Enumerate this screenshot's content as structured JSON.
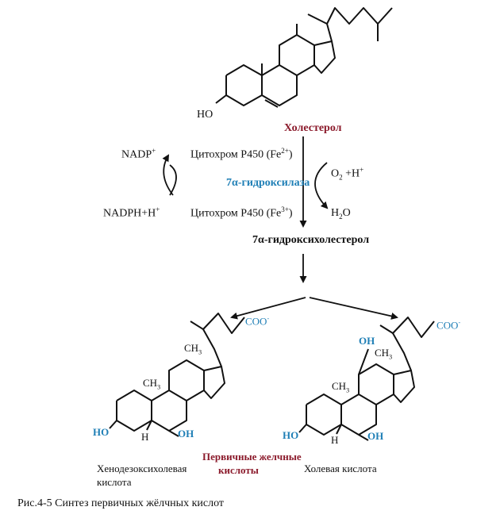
{
  "cholesterol": {
    "name": "Холестерол",
    "ho": "HO"
  },
  "cycle": {
    "nadp": "NADP",
    "nadp_sup": "+",
    "nadph": "NADPH+H",
    "nadph_sup": "+",
    "cyt_top": "Цитохром P450 (Fe",
    "cyt_top_sup": "2+",
    "cyt_bottom": "Цитохром P450 (Fe",
    "cyt_bottom_sup": "3+",
    "close": ")",
    "enzyme": "7α-гидроксилаза",
    "o2": "O",
    "o2_sub": "2",
    "o2_rest": " +H",
    "o2_sup": "+",
    "h2o": "H",
    "h2o_sub": "2",
    "h2o_rest": "O"
  },
  "product_7a": "7α-гидроксихолестерол",
  "left_acid": {
    "coo": "COO",
    "coo_sup": "-",
    "ch3_top": "CH",
    "ch3_top_sub": "3",
    "ch3_mid": "CH",
    "ch3_mid_sub": "3",
    "ho_left": "HO",
    "h": "H",
    "oh_right": "OH",
    "name_line1": "Хенодезоксихолевая",
    "name_line2": "кислота"
  },
  "right_acid": {
    "coo": "COO",
    "coo_sup": "-",
    "oh_top": "OH",
    "ch3_top": "CH",
    "ch3_top_sub": "3",
    "ch3_mid": "CH",
    "ch3_mid_sub": "3",
    "ho_left": "HO",
    "h": "H",
    "oh_right": "OH",
    "name": "Холевая кислота"
  },
  "primary_label_line1": "Первичные желчные",
  "primary_label_line2": "кислоты",
  "caption": "Рис.4-5  Синтез первичных жёлчных кислот",
  "colors": {
    "red": "#8b1a2b",
    "blue": "#1f7fb6",
    "black": "#111111"
  }
}
